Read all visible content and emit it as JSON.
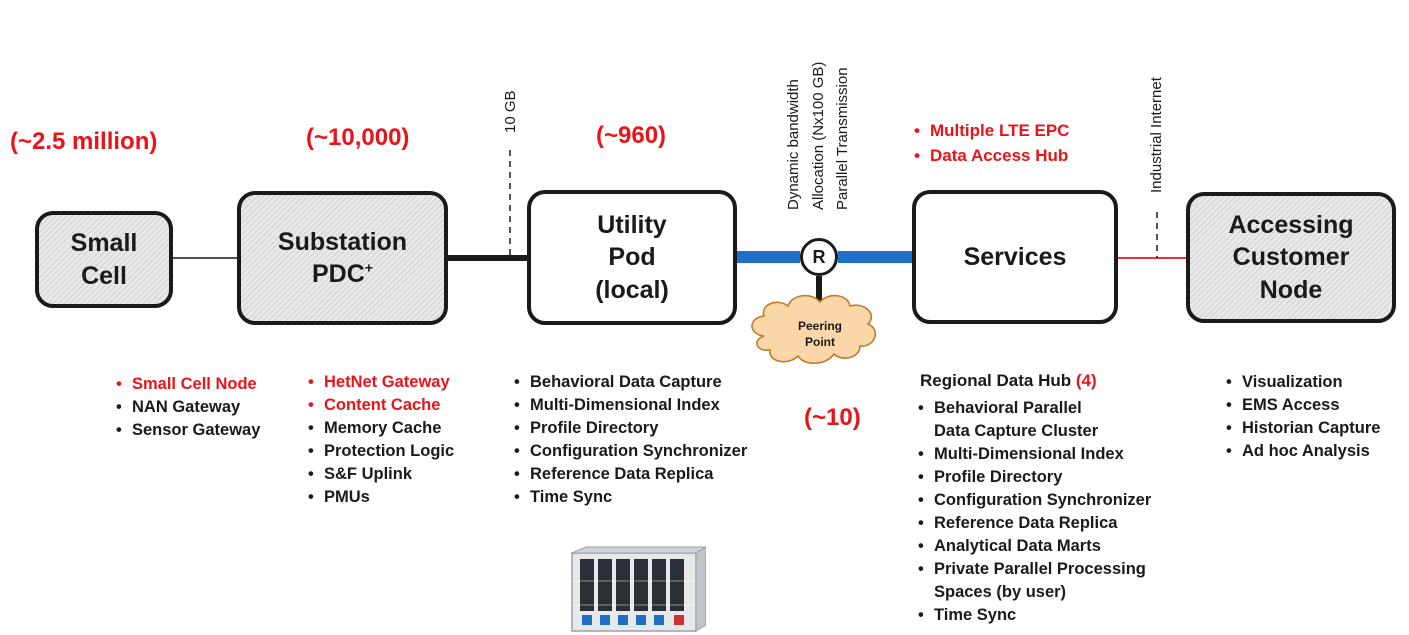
{
  "counts": {
    "small_cell": "(~2.5 million)",
    "substation": "(~10,000)",
    "utility_pod": "(~960)",
    "peering": "(~10)"
  },
  "nodes": {
    "small_cell": [
      "Small",
      "Cell"
    ],
    "substation": [
      "Substation",
      "PDC",
      "+"
    ],
    "utility_pod": [
      "Utility",
      "Pod",
      "(local)"
    ],
    "services": [
      "Services"
    ],
    "customer": [
      "Accessing",
      "Customer",
      "Node"
    ]
  },
  "links": {
    "ten_gb": "10 GB",
    "dynamic": [
      "Dynamic  bandwidth",
      "Allocation (Nx100 GB)",
      "Parallel  Transmission"
    ],
    "industrial": "Industrial Internet"
  },
  "router_label": "R",
  "peering_point": [
    "Peering",
    "Point"
  ],
  "services_top": [
    "Multiple LTE EPC",
    "Data Access Hub"
  ],
  "small_cell_list": [
    {
      "text": "Small Cell Node",
      "red": true
    },
    {
      "text": "NAN Gateway",
      "red": false
    },
    {
      "text": "Sensor Gateway",
      "red": false
    }
  ],
  "substation_list": [
    {
      "text": "HetNet Gateway",
      "red": true
    },
    {
      "text": "Content Cache",
      "red": true
    },
    {
      "text": "Memory Cache",
      "red": false
    },
    {
      "text": "Protection Logic",
      "red": false
    },
    {
      "text": "S&F Uplink",
      "red": false
    },
    {
      "text": "PMUs",
      "red": false
    }
  ],
  "pod_list": [
    "Behavioral Data Capture",
    "Multi-Dimensional Index",
    "Profile Directory",
    "Configuration Synchronizer",
    "Reference Data Replica",
    "Time Sync"
  ],
  "hub": {
    "title": "Regional Data Hub",
    "count": "(4)",
    "items": [
      [
        "Behavioral Parallel",
        "Data Capture Cluster"
      ],
      [
        "Multi-Dimensional Index"
      ],
      [
        "Profile Directory"
      ],
      [
        "Configuration Synchronizer"
      ],
      [
        "Reference Data Replica"
      ],
      [
        "Analytical Data Marts"
      ],
      [
        "Private Parallel Processing",
        "Spaces (by user)"
      ],
      [
        "Time Sync"
      ]
    ]
  },
  "customer_list": [
    "Visualization",
    "EMS Access",
    "Historian Capture",
    "Ad hoc Analysis"
  ],
  "colors": {
    "accent_red": "#e8141a",
    "link_blue": "#1f6fc4",
    "cloud_fill": "#fbd6a8",
    "cloud_stroke": "#c07a2a",
    "node_border": "#1a1a1a"
  }
}
